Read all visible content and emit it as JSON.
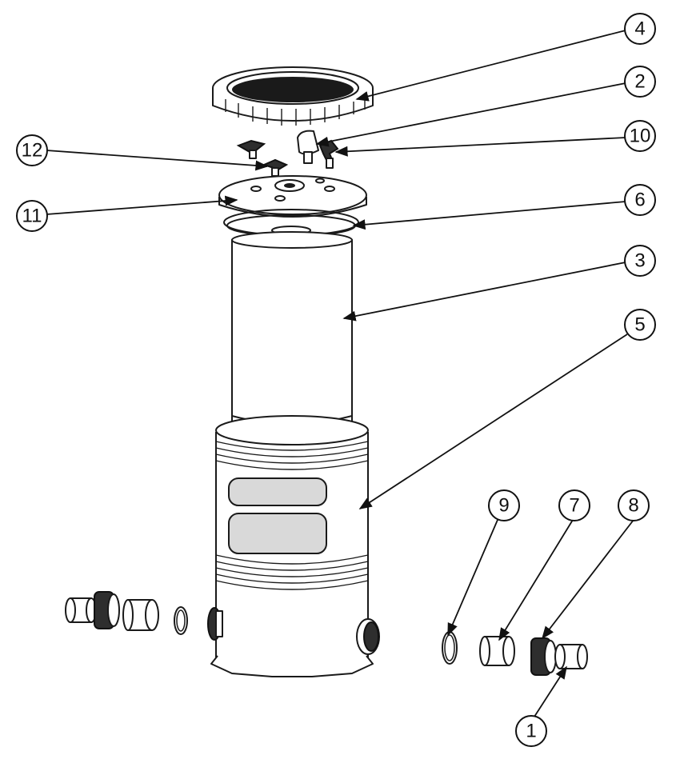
{
  "callouts": [
    {
      "id": "c4",
      "label": "4"
    },
    {
      "id": "c2",
      "label": "2"
    },
    {
      "id": "c10",
      "label": "10"
    },
    {
      "id": "c12",
      "label": "12"
    },
    {
      "id": "c11",
      "label": "11"
    },
    {
      "id": "c6",
      "label": "6"
    },
    {
      "id": "c3",
      "label": "3"
    },
    {
      "id": "c5",
      "label": "5"
    },
    {
      "id": "c9",
      "label": "9"
    },
    {
      "id": "c7",
      "label": "7"
    },
    {
      "id": "c8",
      "label": "8"
    },
    {
      "id": "c1",
      "label": "1"
    }
  ],
  "colors": {
    "line": "#111111",
    "shade": "#d9d9d9",
    "dark": "#2e2e2e"
  }
}
